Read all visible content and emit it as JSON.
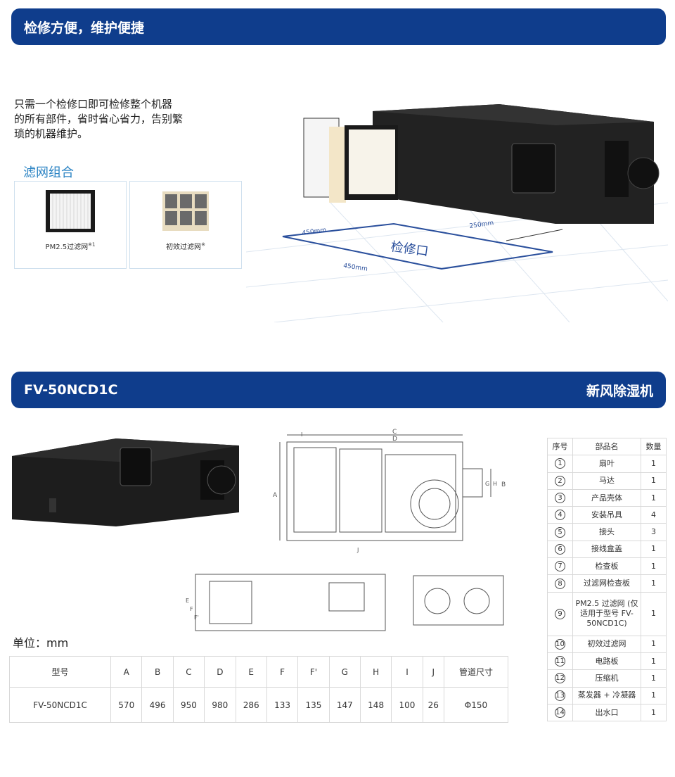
{
  "section1": {
    "title": "检修方便，维护便捷",
    "desc_lines": [
      "只需一个检修口即可检修整个机器",
      "的所有部件，省时省心省力，告别繁",
      "琐的机器维护。"
    ],
    "filter_title": "滤网组合",
    "filters": [
      {
        "label": "PM2.5过滤网",
        "note": "※1"
      },
      {
        "label": "初效过滤网",
        "note": "※"
      }
    ],
    "dims": {
      "top_left": "450mm",
      "top_right": "250mm",
      "bottom": "450mm",
      "center": "检修口"
    }
  },
  "section2": {
    "model": "FV-50NCD1C",
    "category": "新风除湿机",
    "unit_label": "单位：mm",
    "spec_headers": [
      "型号",
      "A",
      "B",
      "C",
      "D",
      "E",
      "F",
      "F'",
      "G",
      "H",
      "I",
      "J",
      "管道尺寸"
    ],
    "spec_row": [
      "FV-50NCD1C",
      "570",
      "496",
      "950",
      "980",
      "286",
      "133",
      "135",
      "147",
      "148",
      "100",
      "26",
      "Φ150"
    ],
    "parts_headers": [
      "序号",
      "部品名",
      "数量"
    ],
    "parts": [
      {
        "no": "1",
        "name": "扇叶",
        "qty": "1"
      },
      {
        "no": "2",
        "name": "马达",
        "qty": "1"
      },
      {
        "no": "3",
        "name": "产品壳体",
        "qty": "1"
      },
      {
        "no": "4",
        "name": "安装吊具",
        "qty": "4"
      },
      {
        "no": "5",
        "name": "接头",
        "qty": "3"
      },
      {
        "no": "6",
        "name": "接线盒盖",
        "qty": "1"
      },
      {
        "no": "7",
        "name": "检查板",
        "qty": "1"
      },
      {
        "no": "8",
        "name": "过滤网检查板",
        "qty": "1"
      },
      {
        "no": "9",
        "name": "PM2.5 过滤网 (仅适用于型号 FV-50NCD1C)",
        "qty": "1"
      },
      {
        "no": "10",
        "name": "初效过滤网",
        "qty": "1"
      },
      {
        "no": "11",
        "name": "电路板",
        "qty": "1"
      },
      {
        "no": "12",
        "name": "压缩机",
        "qty": "1"
      },
      {
        "no": "13",
        "name": "蒸发器 + 冷凝器",
        "qty": "1"
      },
      {
        "no": "14",
        "name": "出水口",
        "qty": "1"
      }
    ]
  },
  "diagram_labels": {
    "C": "C",
    "D": "D",
    "A": "A",
    "B": "B",
    "H": "H",
    "G": "G",
    "I": "I",
    "J": "J",
    "E": "E",
    "F": "F",
    "Fp": "F'"
  }
}
